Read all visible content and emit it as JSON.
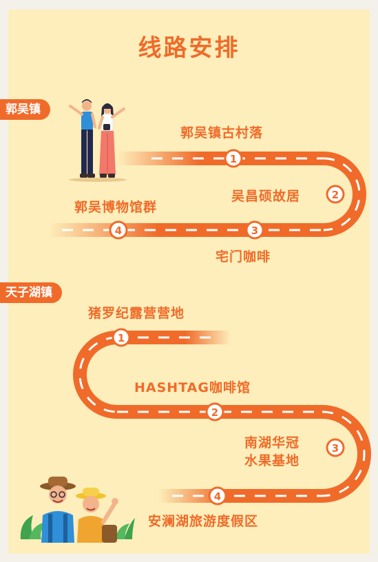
{
  "page": {
    "title": "线路安排"
  },
  "sections": [
    {
      "town": "郭吴镇",
      "stops": [
        {
          "num": "1",
          "name": "郭吴镇古村落"
        },
        {
          "num": "2",
          "name": "吴昌硕故居"
        },
        {
          "num": "3",
          "name": "宅门咖啡"
        },
        {
          "num": "4",
          "name": "郭吴博物馆群"
        }
      ]
    },
    {
      "town": "天子湖镇",
      "stops": [
        {
          "num": "1",
          "name": "猪罗纪露营营地"
        },
        {
          "num": "2",
          "name": "HASHTAG咖啡馆"
        },
        {
          "num": "3",
          "name_line1": "南湖华冠",
          "name_line2": "水果基地"
        },
        {
          "num": "4",
          "name": "安澜湖旅游度假区"
        }
      ]
    }
  ],
  "colors": {
    "accent": "#f06b2a",
    "background": "#fdeebb",
    "dash": "#ffffff"
  },
  "icons": [
    "hiking-couple-illustration",
    "travelers-illustration"
  ]
}
